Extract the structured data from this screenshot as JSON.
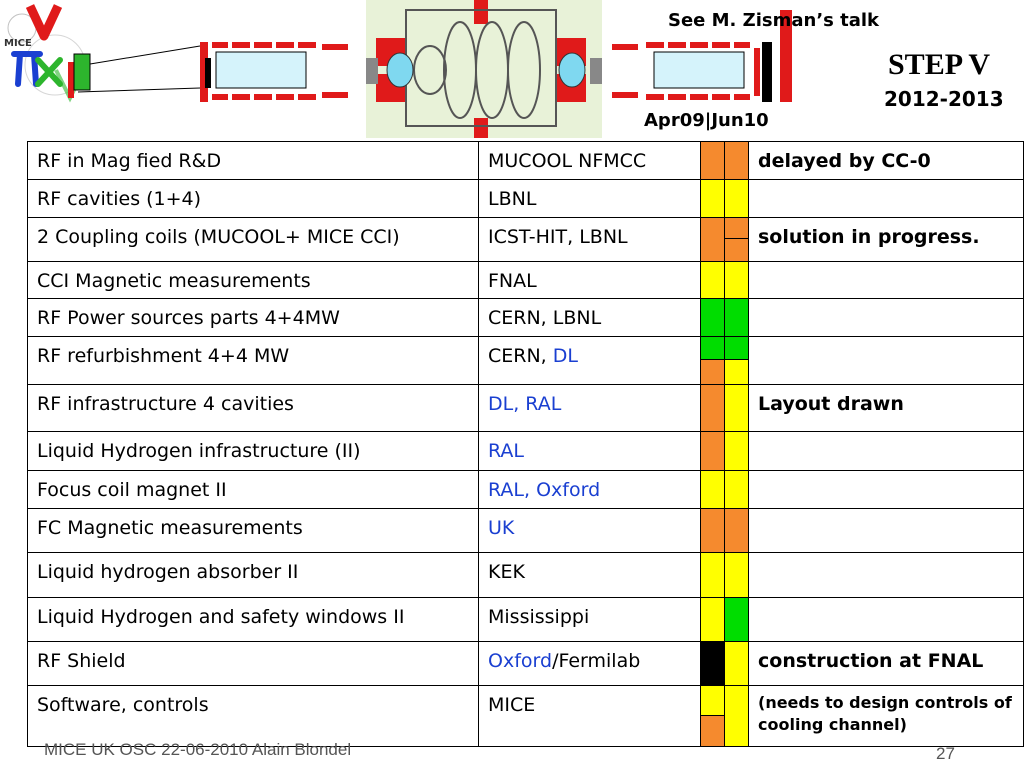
{
  "header": {
    "talk_note": "See M. Zisman’s talk",
    "date_note": "Apr09|Jun10",
    "step_title": "STEP V",
    "step_years": "2012-2013"
  },
  "logo": {
    "text": "MICE"
  },
  "colors": {
    "orange": "#f58a2e",
    "yellow": "#ffff00",
    "green": "#00dd00",
    "black": "#000000",
    "blue_text": "#1a3fd1",
    "magnet_red": "#e01a1a",
    "cavity_blue": "#7fd8f0",
    "cyan_box": "#d5f3fb",
    "diagram_bg": "#e8f2d8"
  },
  "rows": [
    {
      "item": "RF in Mag fied R&D",
      "who_parts": [
        {
          "t": "MUCOOL NFMCC",
          "blue": false
        }
      ],
      "s1": [
        "orange"
      ],
      "s2": [
        "orange"
      ],
      "note": "delayed by CC-0",
      "note_small": false
    },
    {
      "item": "RF cavities (1+4)",
      "who_parts": [
        {
          "t": "LBNL",
          "blue": false
        }
      ],
      "s1": [
        "yellow"
      ],
      "s2": [
        "yellow"
      ],
      "note": "",
      "note_small": false
    },
    {
      "item": "2 Coupling coils (MUCOOL+ MICE CCI)",
      "who_parts": [
        {
          "t": "ICST-HIT, LBNL",
          "blue": false
        }
      ],
      "s1": [
        "orange"
      ],
      "s2": [
        "orange",
        "orange"
      ],
      "note": "solution in progress.",
      "note_small": false
    },
    {
      "item": "CCI Magnetic measurements",
      "who_parts": [
        {
          "t": "FNAL",
          "blue": false
        }
      ],
      "s1": [
        "yellow"
      ],
      "s2": [
        "yellow"
      ],
      "note": "",
      "note_small": false
    },
    {
      "item": "RF Power sources parts 4+4MW",
      "who_parts": [
        {
          "t": "CERN, LBNL",
          "blue": false
        }
      ],
      "s1": [
        "green"
      ],
      "s2": [
        "green"
      ],
      "note": "",
      "note_small": false
    },
    {
      "item": "RF refurbishment 4+4 MW",
      "who_parts": [
        {
          "t": "CERN, ",
          "blue": false
        },
        {
          "t": "DL",
          "blue": true
        }
      ],
      "s1": [
        "green",
        "orange"
      ],
      "s2": [
        "green",
        "yellow"
      ],
      "note": "",
      "note_small": false
    },
    {
      "item": "RF infrastructure 4 cavities",
      "who_parts": [
        {
          "t": "DL, RAL",
          "blue": true
        }
      ],
      "s1": [
        "orange"
      ],
      "s2": [
        "yellow"
      ],
      "note": "Layout drawn",
      "note_small": false
    },
    {
      "item": "Liquid Hydrogen infrastructure (II)",
      "who_parts": [
        {
          "t": "RAL",
          "blue": true
        }
      ],
      "s1": [
        "orange"
      ],
      "s2": [
        "yellow"
      ],
      "note": "",
      "note_small": false
    },
    {
      "item": "Focus coil magnet II",
      "who_parts": [
        {
          "t": "RAL, Oxford",
          "blue": true
        }
      ],
      "s1": [
        "yellow"
      ],
      "s2": [
        "yellow"
      ],
      "note": "",
      "note_small": false
    },
    {
      "item": "FC Magnetic measurements",
      "who_parts": [
        {
          "t": "UK",
          "blue": true
        }
      ],
      "s1": [
        "orange"
      ],
      "s2": [
        "orange"
      ],
      "note": "",
      "note_small": false
    },
    {
      "item": "Liquid hydrogen absorber II",
      "who_parts": [
        {
          "t": "KEK",
          "blue": false
        }
      ],
      "s1": [
        "yellow"
      ],
      "s2": [
        "yellow"
      ],
      "note": "",
      "note_small": false
    },
    {
      "item": "Liquid Hydrogen and safety windows II",
      "who_parts": [
        {
          "t": "Mississippi",
          "blue": false
        }
      ],
      "s1": [
        "yellow"
      ],
      "s2": [
        "green"
      ],
      "note": "",
      "note_small": false
    },
    {
      "item": "RF Shield",
      "who_parts": [
        {
          "t": "Oxford",
          "blue": true
        },
        {
          "t": "/Fermilab",
          "blue": false
        }
      ],
      "s1": [
        "black"
      ],
      "s2": [
        "yellow"
      ],
      "note": "construction at FNAL",
      "note_small": false
    },
    {
      "item": "Software, controls",
      "who_parts": [
        {
          "t": "MICE",
          "blue": false
        }
      ],
      "s1": [
        "yellow",
        "orange"
      ],
      "s2": [
        "yellow"
      ],
      "note": "(needs to design controls of cooling channel)",
      "note_small": true
    }
  ],
  "footer": {
    "left": "MICE UK OSC 22-06-2010 Alain Blondel",
    "page": "27"
  }
}
